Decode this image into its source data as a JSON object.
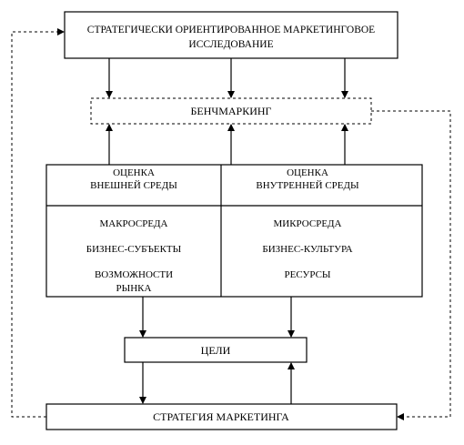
{
  "diagram": {
    "research": {
      "line1": "СТРАТЕГИЧЕСКИ ОРИЕНТИРОВАННОЕ МАРКЕТИНГОВОЕ",
      "line2": "ИССЛЕДОВАНИЕ"
    },
    "benchmarking": "БЕНЧМАРКИНГ",
    "external": {
      "title_line1": "ОЦЕНКА",
      "title_line2": "ВНЕШНЕЙ СРЕДЫ",
      "items": [
        "МАКРОСРЕДА",
        "БИЗНЕС-СУБЪЕКТЫ",
        "ВОЗМОЖНОСТИ",
        "РЫНКА"
      ]
    },
    "internal": {
      "title_line1": "ОЦЕНКА",
      "title_line2": "ВНУТРЕННЕЙ СРЕДЫ",
      "items": [
        "МИКРОСРЕДА",
        "БИЗНЕС-КУЛЬТУРА",
        "РЕСУРСЫ"
      ]
    },
    "goals": "ЦЕЛИ",
    "strategy": "СТРАТЕГИЯ МАРКЕТИНГА"
  }
}
